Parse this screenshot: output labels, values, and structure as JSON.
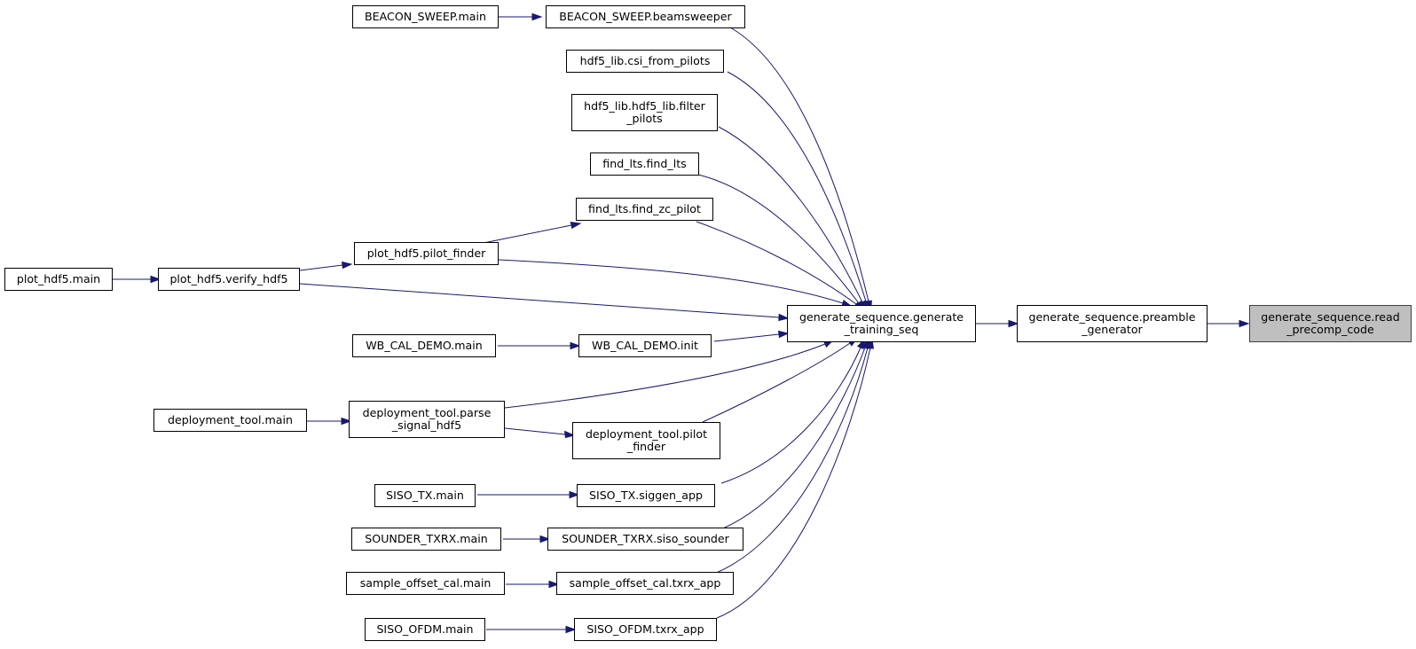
{
  "graph": {
    "edge_color": "#191970",
    "nodes": {
      "beacon_sweep_main": "BEACON_SWEEP.main",
      "beacon_sweep_beamsweeper": "BEACON_SWEEP.beamsweeper",
      "hdf5_csi_from_pilots": "hdf5_lib.csi_from_pilots",
      "hdf5_filter_pilots": "hdf5_lib.hdf5_lib.filter\n_pilots",
      "find_lts_find_lts": "find_lts.find_lts",
      "find_lts_find_zc_pilot": "find_lts.find_zc_pilot",
      "plot_hdf5_pilot_finder": "plot_hdf5.pilot_finder",
      "plot_hdf5_main": "plot_hdf5.main",
      "plot_hdf5_verify_hdf5": "plot_hdf5.verify_hdf5",
      "generate_training_seq": "generate_sequence.generate\n_training_seq",
      "preamble_generator": "generate_sequence.preamble\n_generator",
      "read_precomp_code": "generate_sequence.read\n_precomp_code",
      "wb_cal_demo_main": "WB_CAL_DEMO.main",
      "wb_cal_demo_init": "WB_CAL_DEMO.init",
      "deployment_tool_main": "deployment_tool.main",
      "deployment_tool_parse_signal_hdf5": "deployment_tool.parse\n_signal_hdf5",
      "deployment_tool_pilot_finder": "deployment_tool.pilot\n_finder",
      "siso_tx_main": "SISO_TX.main",
      "siso_tx_siggen_app": "SISO_TX.siggen_app",
      "sounder_txrx_main": "SOUNDER_TXRX.main",
      "sounder_txrx_siso_sounder": "SOUNDER_TXRX.siso_sounder",
      "sample_offset_cal_main": "sample_offset_cal.main",
      "sample_offset_cal_txrx_app": "sample_offset_cal.txrx_app",
      "siso_ofdm_main": "SISO_OFDM.main",
      "siso_ofdm_txrx_app": "SISO_OFDM.txrx_app"
    },
    "edges": [
      [
        "beacon_sweep_main",
        "beacon_sweep_beamsweeper"
      ],
      [
        "beacon_sweep_beamsweeper",
        "generate_training_seq"
      ],
      [
        "hdf5_csi_from_pilots",
        "generate_training_seq"
      ],
      [
        "hdf5_filter_pilots",
        "generate_training_seq"
      ],
      [
        "find_lts_find_lts",
        "generate_training_seq"
      ],
      [
        "find_lts_find_zc_pilot",
        "generate_training_seq"
      ],
      [
        "plot_hdf5_pilot_finder",
        "find_lts_find_zc_pilot"
      ],
      [
        "plot_hdf5_pilot_finder",
        "generate_training_seq"
      ],
      [
        "plot_hdf5_main",
        "plot_hdf5_verify_hdf5"
      ],
      [
        "plot_hdf5_verify_hdf5",
        "plot_hdf5_pilot_finder"
      ],
      [
        "plot_hdf5_verify_hdf5",
        "generate_training_seq"
      ],
      [
        "wb_cal_demo_main",
        "wb_cal_demo_init"
      ],
      [
        "wb_cal_demo_init",
        "generate_training_seq"
      ],
      [
        "deployment_tool_main",
        "deployment_tool_parse_signal_hdf5"
      ],
      [
        "deployment_tool_parse_signal_hdf5",
        "generate_training_seq"
      ],
      [
        "deployment_tool_parse_signal_hdf5",
        "deployment_tool_pilot_finder"
      ],
      [
        "deployment_tool_pilot_finder",
        "generate_training_seq"
      ],
      [
        "siso_tx_main",
        "siso_tx_siggen_app"
      ],
      [
        "siso_tx_siggen_app",
        "generate_training_seq"
      ],
      [
        "sounder_txrx_main",
        "sounder_txrx_siso_sounder"
      ],
      [
        "sounder_txrx_siso_sounder",
        "generate_training_seq"
      ],
      [
        "sample_offset_cal_main",
        "sample_offset_cal_txrx_app"
      ],
      [
        "sample_offset_cal_txrx_app",
        "generate_training_seq"
      ],
      [
        "siso_ofdm_main",
        "siso_ofdm_txrx_app"
      ],
      [
        "siso_ofdm_txrx_app",
        "generate_training_seq"
      ],
      [
        "generate_training_seq",
        "preamble_generator"
      ],
      [
        "preamble_generator",
        "read_precomp_code"
      ]
    ]
  }
}
